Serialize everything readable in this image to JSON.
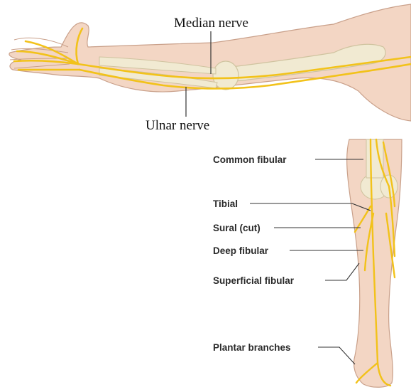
{
  "arm_figure": {
    "labels": {
      "median": "Median nerve",
      "ulnar": "Ulnar nerve"
    }
  },
  "leg_figure": {
    "labels": {
      "common_fibular": "Common fibular",
      "tibial": "Tibial",
      "sural": "Sural (cut)",
      "deep_fibular": "Deep fibular",
      "superficial_fibular": "Superficial fibular",
      "plantar": "Plantar branches"
    }
  },
  "colors": {
    "skin": "#f3d6c4",
    "skin_outline": "#c9a08a",
    "bone": "#f1ead2",
    "bone_outline": "#cfc39f",
    "nerve": "#f2c21a",
    "nerve_outline": "#b8900a",
    "leader_line": "#333333"
  }
}
